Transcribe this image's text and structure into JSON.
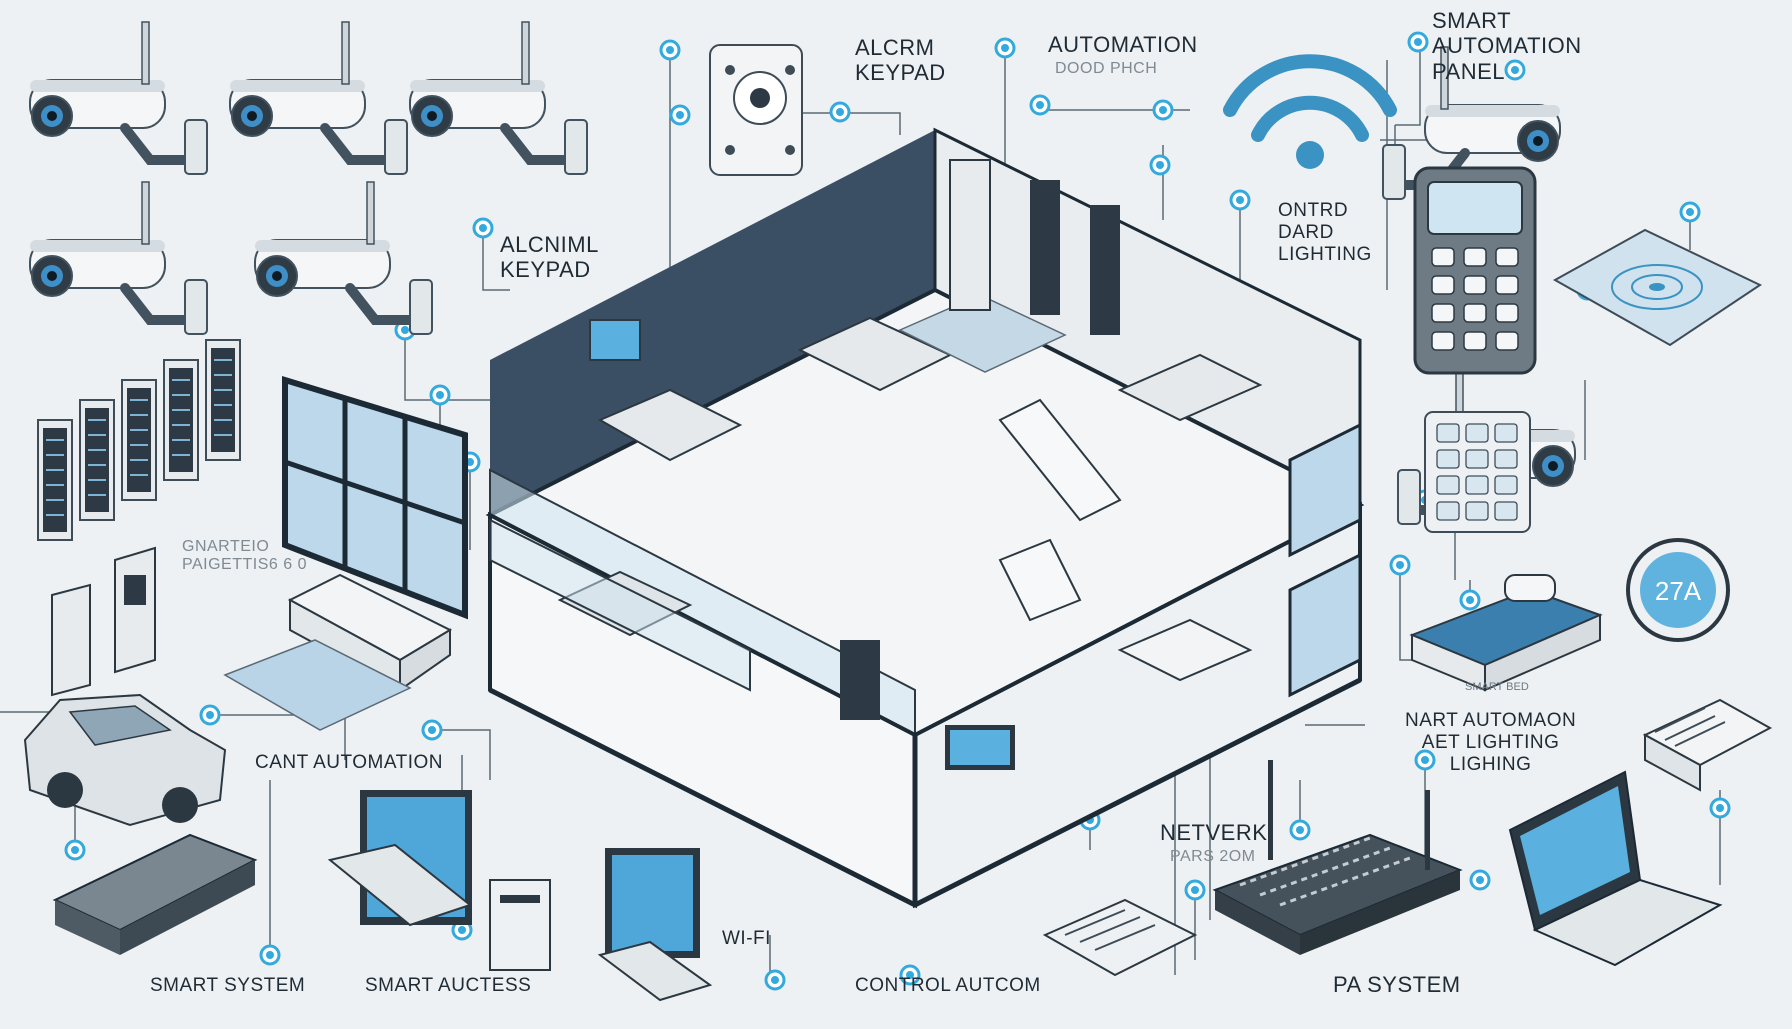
{
  "labels": {
    "alarm_keypad_top": "ALCRM\nKEYPAD",
    "automation_top": "AUTOMATION",
    "automation_top_sub": "DOOD PHCH",
    "smart_automation_panel": "SMART\nAUTOMATION\nPANEL",
    "alarm_keypad_left": "ALCNIML\nKEYPAD",
    "control_board_lighting": "ONTRD\nDARD\nLIGHTING",
    "smart_lighting_left": "GNARTEIO\nPAIGETTIS6 6 0",
    "cant_automation": "CANT AUTOMATION",
    "smart_automation_lighting": "NART AUTOMAON\nAET LIGHTING\nLIGHING",
    "network": "NETVERK",
    "network_sub": "PARS 2OM",
    "smart_system": "SMART SYSTEM",
    "smart_auctess": "SMART AUCTESS",
    "wifi": "WI-FI",
    "control_autcom": "CONTROL AUTCOM",
    "pa_system": "PA SYSTEM"
  },
  "devices": {
    "thermostat_value": "27A",
    "bed_tag": "SMART BED"
  },
  "colors": {
    "accent": "#3a93c2",
    "dark": "#1c2a36",
    "panel": "#dfe4e8",
    "node": "#34a9dd"
  },
  "icons": [
    "cctv-camera-icon",
    "wifi-icon",
    "keypad-icon",
    "server-rack-icon",
    "window-icon",
    "sofa-icon",
    "car-icon",
    "monitor-icon",
    "laptop-icon",
    "thermostat-icon",
    "bed-icon",
    "router-icon",
    "switch-icon"
  ]
}
